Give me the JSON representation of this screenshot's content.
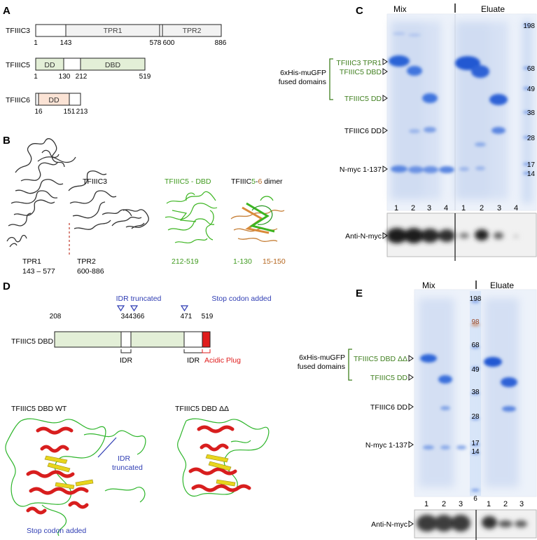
{
  "panels": {
    "A": "A",
    "B": "B",
    "C": "C",
    "D": "D",
    "E": "E"
  },
  "colors": {
    "green": "#3f7f1e",
    "blue": "#2f3db3",
    "red": "#e01c1c",
    "orange": "#b5651d",
    "tpr_fill": "#f2f2f2",
    "dbd_fill": "#e3efd7",
    "c6_fill": "#fbe3d5",
    "gel_blue": "#3b6fd6"
  },
  "panelA": {
    "c3": {
      "name": "TFIIIC3",
      "dom1": "TPR1",
      "dom2": "TPR2",
      "n1": "1",
      "n2": "143",
      "n3": "578",
      "n4": "600",
      "n5": "886"
    },
    "c5": {
      "name": "TFIIIC5",
      "dom1": "DD",
      "dom2": "DBD",
      "n1": "1",
      "n2": "130",
      "n3": "212",
      "n4": "519"
    },
    "c6": {
      "name": "TFIIIC6",
      "dom1": "DD",
      "n1": "16",
      "n2": "151",
      "n3": "213"
    }
  },
  "panelB": {
    "c3_title": "TFIIIC3",
    "tpr1": "TPR1",
    "tpr1_range": "143 – 577",
    "tpr2": "TPR2",
    "tpr2_range": "600-886",
    "c5_title": "TFIIIC5 - DBD",
    "c5_range": "212-519",
    "dimer_a": "TFIIIC",
    "dimer_b": "5",
    "dimer_c": "-",
    "dimer_d": "6",
    "dimer_e": " dimer",
    "dimer_r1": "1-130",
    "dimer_r2": "15-150"
  },
  "panelC": {
    "mix": "Mix",
    "eluate": "Eluate",
    "fused_line1": "6xHis-muGFP",
    "fused_line2": "fused domains",
    "labels": [
      "TFIIIC3 TPR1",
      "TFIIIC5 DBD",
      "TFIIIC5 DD",
      "TFIIIC6 DD",
      "N-myc 1-137"
    ],
    "markers": [
      "198",
      "68",
      "49",
      "38",
      "28",
      "17",
      "14"
    ],
    "lanes": [
      "1",
      "2",
      "3",
      "4",
      "1",
      "2",
      "3",
      "4"
    ],
    "blot": "Anti-N-myc"
  },
  "panelD": {
    "name": "TFIIIC5 DBD",
    "n208": "208",
    "n344": "344",
    "n366": "366",
    "n471": "471",
    "n519": "519",
    "idr_trunc": "IDR truncated",
    "stop": "Stop codon added",
    "idr": "IDR",
    "plug": "Acidic Plug",
    "wt": "TFIIIC5 DBD WT",
    "dd": "TFIIIC5 DBD ΔΔ",
    "wt_idr1": "IDR",
    "wt_idr2": "truncated",
    "wt_stop": "Stop codon added"
  },
  "panelE": {
    "mix": "Mix",
    "eluate": "Eluate",
    "fused_line1": "6xHis-muGFP",
    "fused_line2": "fused domains",
    "labels": [
      "TFIIIC5 DBD ΔΔ",
      "TFIIIC5 DD",
      "TFIIIC6 DD",
      "N-myc 1-137"
    ],
    "markers": [
      "198",
      "98",
      "68",
      "49",
      "38",
      "28",
      "17",
      "14",
      "6"
    ],
    "lanes": [
      "1",
      "2",
      "3",
      "1",
      "2",
      "3"
    ],
    "blot": "Anti-N-myc"
  }
}
